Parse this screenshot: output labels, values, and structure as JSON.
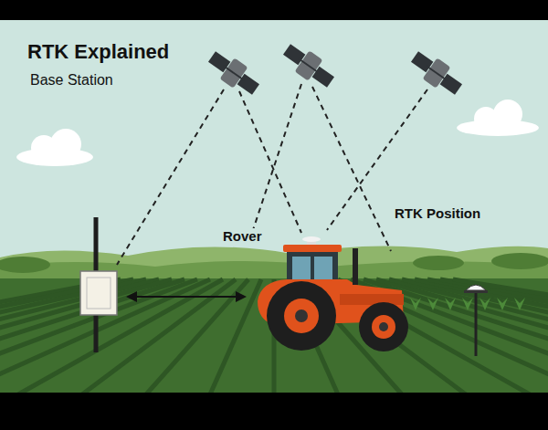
{
  "diagram": {
    "title": "RTK Explained",
    "labels": [
      "Base Station",
      "Rover",
      "RTK Position"
    ]
  }
}
